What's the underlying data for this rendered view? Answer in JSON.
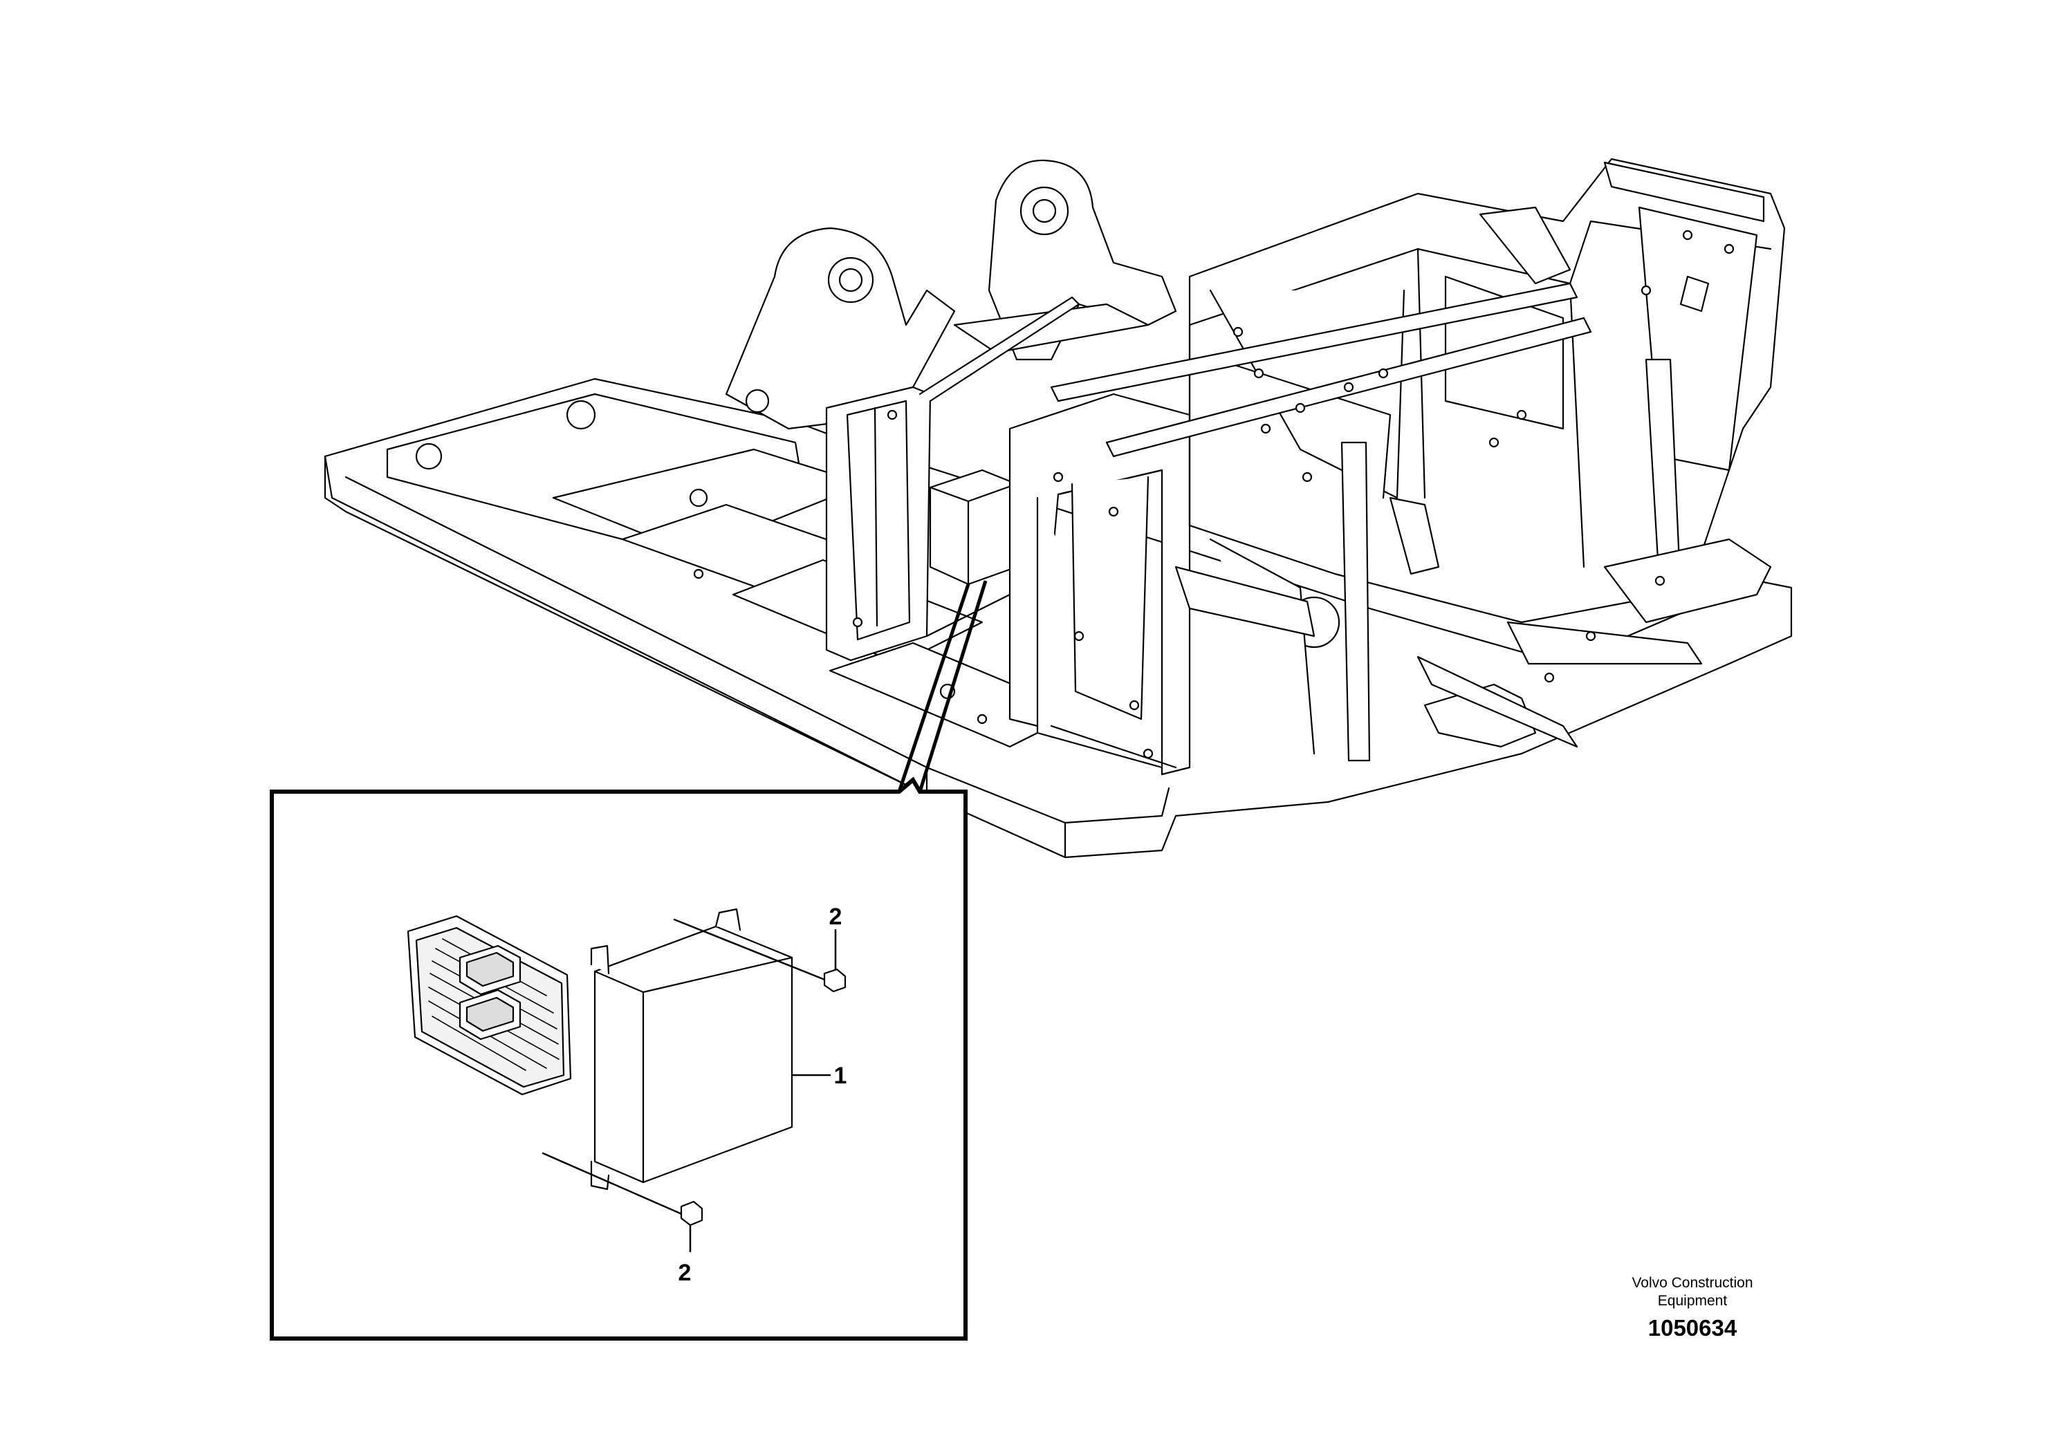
{
  "callouts": {
    "part_1": "1",
    "part_2_top": "2",
    "part_2_bottom": "2"
  },
  "credit": {
    "line1": "Volvo Construction",
    "line2": "Equipment"
  },
  "document_number": "1050634",
  "colors": {
    "line": "#000000",
    "background": "#ffffff",
    "shade": "#e9e9e9"
  }
}
